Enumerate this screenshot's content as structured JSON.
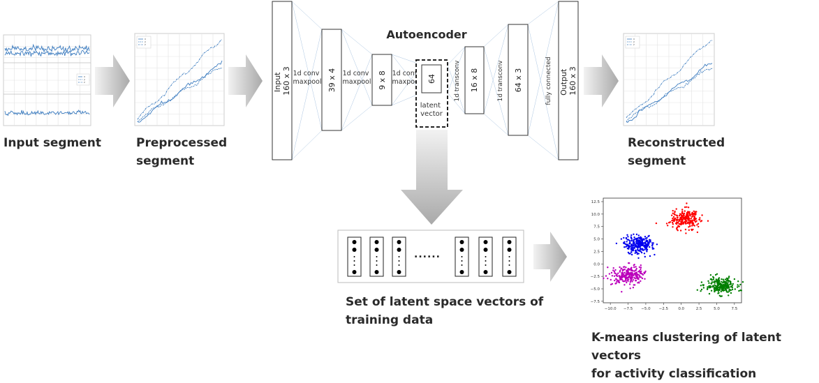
{
  "captions": {
    "input": "Input segment",
    "preprocessed": [
      "Preprocessed",
      "segment"
    ],
    "reconstructed": [
      "Reconstructed",
      "segment"
    ],
    "autoencoder": "Autoencoder",
    "latent_set": [
      "Set of latent space vectors of",
      "training data"
    ],
    "kmeans": [
      "K-means clustering of latent vectors",
      "for activity classification"
    ]
  },
  "layers": {
    "input": [
      "Input",
      "160 x 3"
    ],
    "l2": "39 x 4",
    "l3": "9 x 8",
    "latent": "64",
    "l5": "16 x 8",
    "l6": "64 x 3",
    "output": [
      "Output",
      "160 x 3"
    ]
  },
  "ops": {
    "conv1": [
      "1d conv",
      "maxpool"
    ],
    "conv2": [
      "1d conv",
      "maxpool"
    ],
    "conv3": [
      "1d conv",
      "maxpool"
    ],
    "latent_label": [
      "latent",
      "vector"
    ],
    "tconv1": "1d transconv",
    "tconv2": "1d transconv",
    "fc": "fully connected"
  },
  "legend_xyz": [
    "x",
    "y",
    "z"
  ],
  "dots_label": "......",
  "colors": {
    "signal": "#3b7bbf",
    "arrow_light": "#ececec",
    "arrow_dark": "#a8a8a8",
    "cluster_red": "#ff0000",
    "cluster_blue": "#0000ee",
    "cluster_magenta": "#bb00bb",
    "cluster_green": "#007f00"
  },
  "chart_data": {
    "type": "scatter",
    "xticks": [
      "−10.0",
      "−7.5",
      "−5.0",
      "−2.5",
      "0.0",
      "2.5",
      "5.0",
      "7.5"
    ],
    "yticks": [
      "12.5",
      "10.0",
      "7.5",
      "5.0",
      "2.5",
      "0.0",
      "−2.5",
      "−5.0",
      "−7.5"
    ],
    "xlim": [
      -11,
      8.5
    ],
    "ylim": [
      -7.8,
      13.2
    ],
    "clusters": [
      {
        "color": "red",
        "center": [
          0.5,
          9.0
        ],
        "spread": [
          1.0,
          1.0
        ],
        "n": 250
      },
      {
        "color": "blue",
        "center": [
          -6.0,
          3.8
        ],
        "spread": [
          1.1,
          0.9
        ],
        "n": 250
      },
      {
        "color": "magenta",
        "center": [
          -7.5,
          -2.2
        ],
        "spread": [
          1.1,
          0.9
        ],
        "n": 250
      },
      {
        "color": "green",
        "center": [
          5.5,
          -4.4
        ],
        "spread": [
          1.1,
          0.8
        ],
        "n": 250
      }
    ]
  }
}
